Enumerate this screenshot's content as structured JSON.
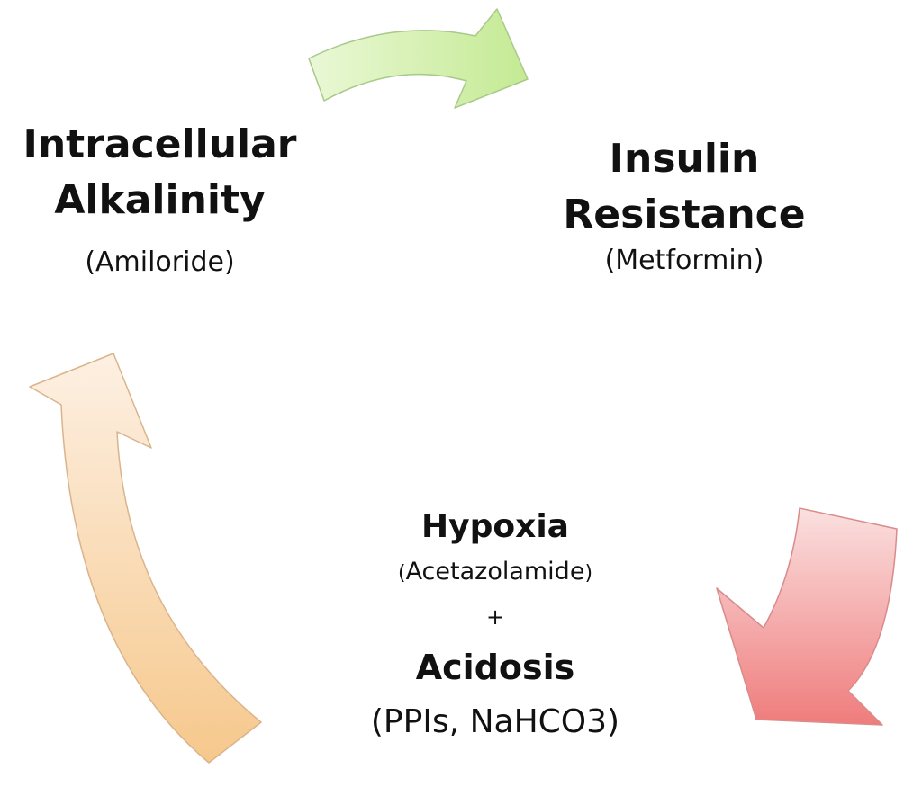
{
  "nodes": {
    "alkalinity": {
      "title_line1": "Intracellular",
      "title_line2": "Alkalinity",
      "drug": "(Amiloride)"
    },
    "insulin": {
      "title_line1": "Insulin",
      "title_line2": "Resistance",
      "drug": "(Metformin)"
    },
    "hypoxia": {
      "title": "Hypoxia",
      "drug_open": "(",
      "drug": "Acetazolamide",
      "drug_close": ")",
      "plus": "+",
      "acidosis_title": "Acidosis",
      "acidosis_drugs": "(PPIs, NaHCO3)"
    }
  },
  "arrows": {
    "green": {
      "color_start": "#e8f7d2",
      "color_end": "#c9ec9a"
    },
    "red": {
      "color_start": "#f8d2d2",
      "color_end": "#f07f7f"
    },
    "orange": {
      "color_start": "#fde9d6",
      "color_end": "#f7c98c"
    }
  }
}
